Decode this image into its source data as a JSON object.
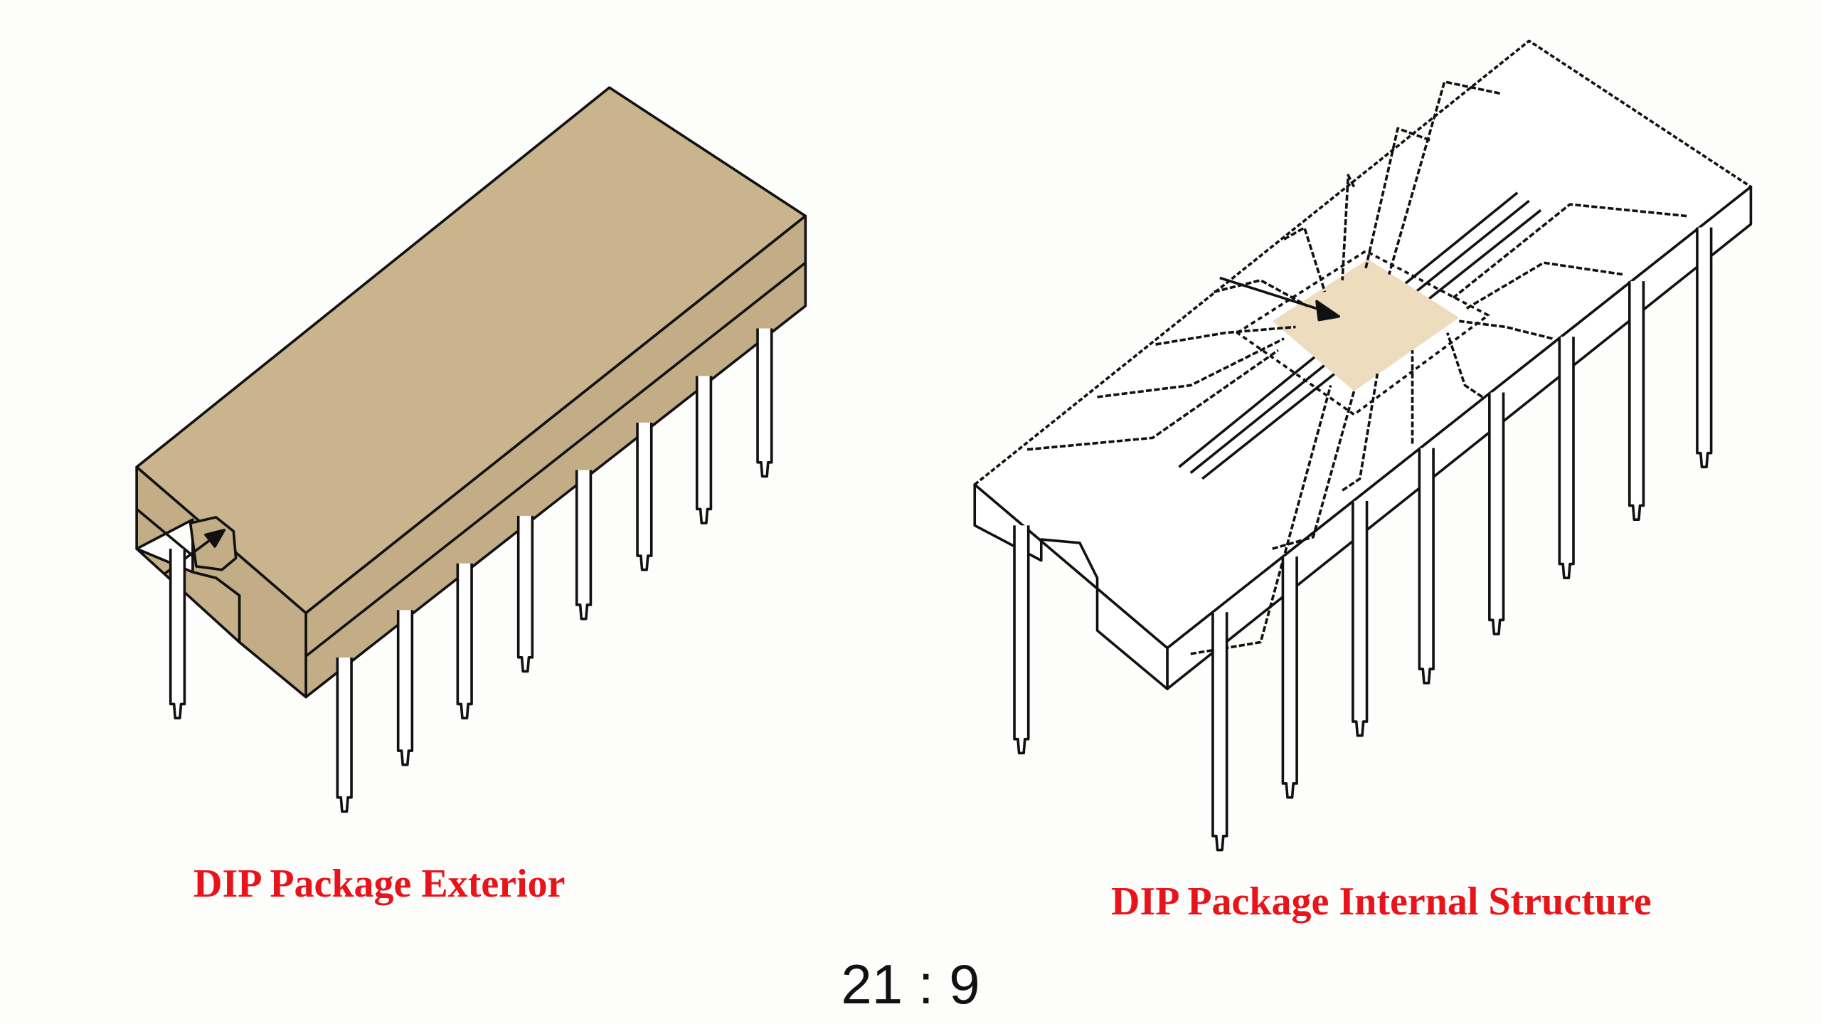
{
  "captions": {
    "exterior": "DIP Package Exterior",
    "internal": "DIP Package Internal Structure"
  },
  "aspect_label": "21 : 9",
  "colors": {
    "package_body": "#c9b48e",
    "package_side": "#c2ad87",
    "die": "#eddcbd",
    "caption": "#e8141b",
    "line": "#111111"
  }
}
